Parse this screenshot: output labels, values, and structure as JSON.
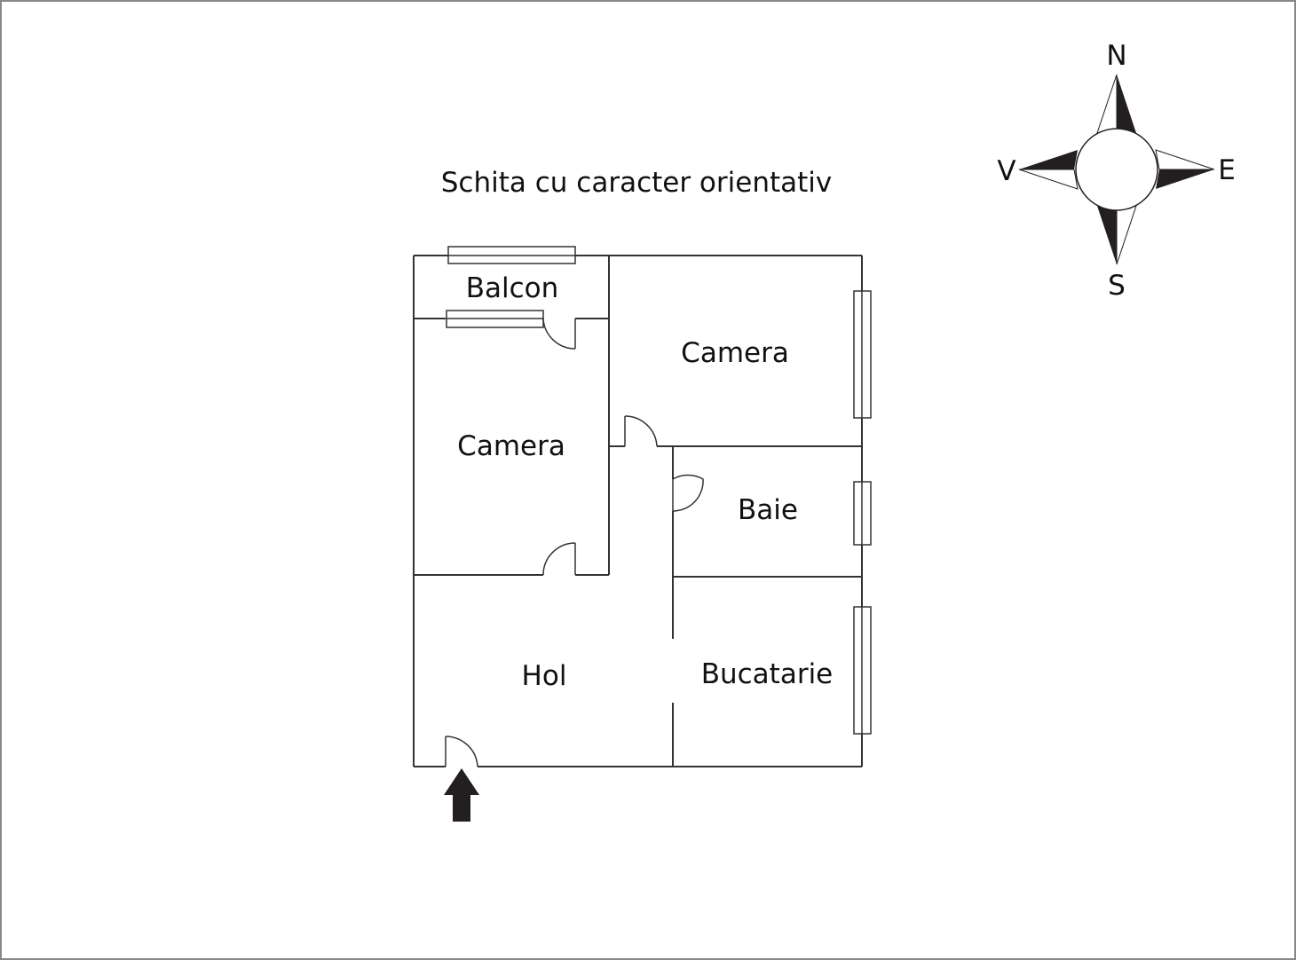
{
  "caption": "Schita cu caracter orientativ",
  "rooms": {
    "balcon": "Balcon",
    "camera_top_right": "Camera",
    "camera_left": "Camera",
    "baie": "Baie",
    "hol": "Hol",
    "bucatarie": "Bucatarie"
  },
  "compass": {
    "north": "N",
    "south": "S",
    "east": "E",
    "west": "V"
  },
  "entrance": {
    "icon": "arrow-up-icon"
  },
  "colors": {
    "line": "#333333",
    "fill_dark": "#231f20"
  }
}
